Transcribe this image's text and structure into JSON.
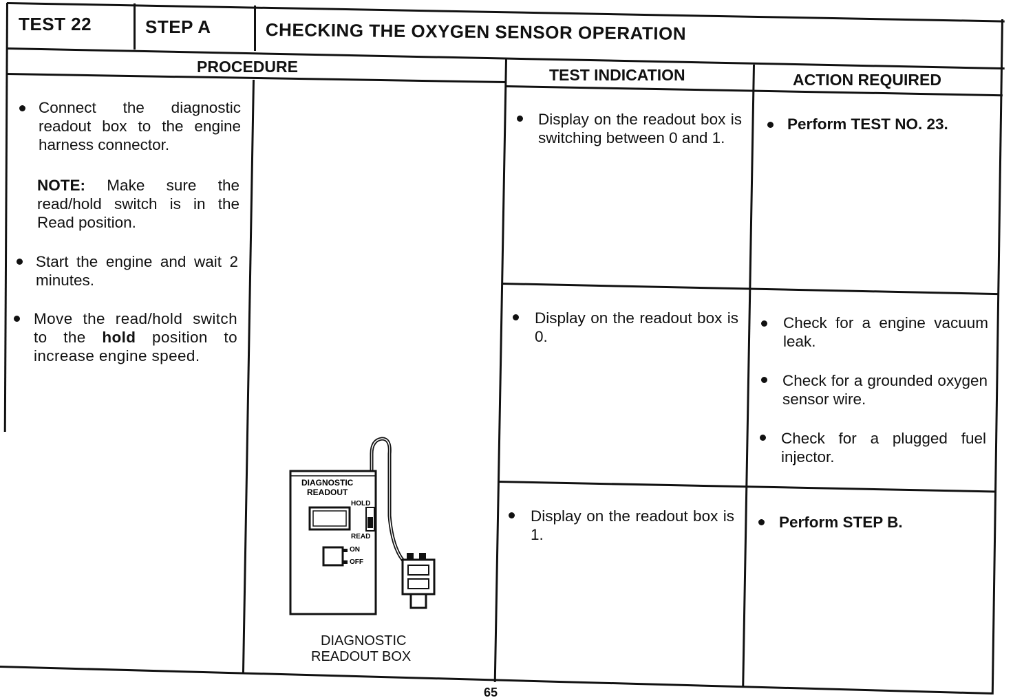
{
  "header": {
    "test_label": "TEST 22",
    "step_label": "STEP A",
    "title": "CHECKING THE OXYGEN SENSOR OPERATION"
  },
  "columns": {
    "procedure": "PROCEDURE",
    "indication": "TEST INDICATION",
    "action": "ACTION REQUIRED"
  },
  "procedure": {
    "step1": "Connect the diagnostic readout box to the engine harness connector.",
    "note_label": "NOTE:",
    "note_text": " Make sure the read/hold switch is in the Read position.",
    "step2": "Start the engine and wait 2 minutes.",
    "step3_a": "Move the read/hold switch to the ",
    "step3_bold": "hold",
    "step3_b": " position to increase engine speed."
  },
  "illustration": {
    "device_label_1": "DIAGNOSTIC",
    "device_label_2": "READOUT",
    "hold": "HOLD",
    "read": "READ",
    "on": "ON",
    "off": "OFF",
    "caption_1": "DIAGNOSTIC",
    "caption_2": "READOUT BOX"
  },
  "rows": [
    {
      "indication": "Display on the readout box is switching between 0 and 1.",
      "actions": [
        "Perform TEST NO. 23."
      ]
    },
    {
      "indication": "Display on the readout box is 0.",
      "actions": [
        "Check for a engine vacuum leak.",
        "Check for a grounded oxygen sensor wire.",
        "Check for a plugged fuel injector."
      ]
    },
    {
      "indication": "Display on the readout box is 1.",
      "actions": [
        "Perform STEP B."
      ]
    }
  ],
  "page_number": "65"
}
